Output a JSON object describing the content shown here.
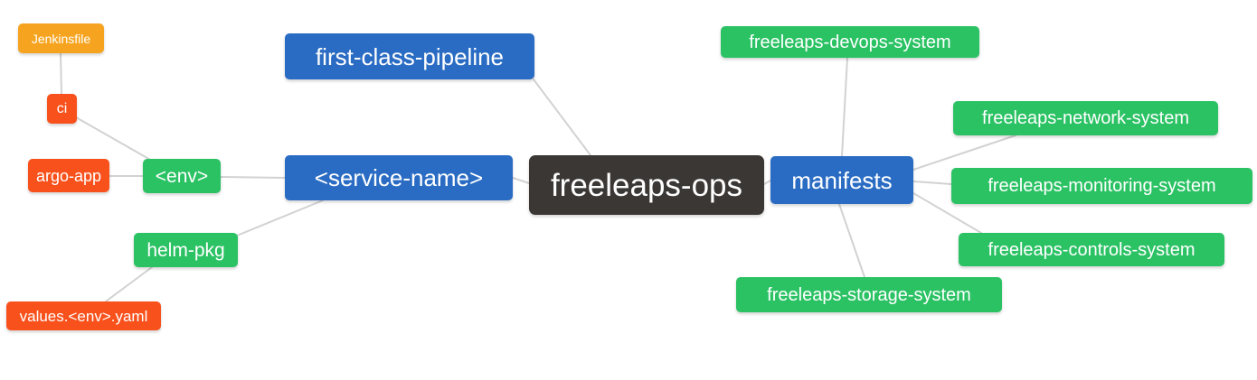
{
  "diagram": {
    "type": "mindmap",
    "background": "#ffffff",
    "edge_color": "#d2d2d2",
    "colors": {
      "root_node": "#3b3735",
      "primary_node": "#2a6cc3",
      "secondary_node": "#2bc264",
      "leaf_node_red": "#f8511c",
      "leaf_node_orange": "#f6a41f",
      "text": "#ffffff"
    },
    "nodes": {
      "root": {
        "label": "freeleaps-ops",
        "color": "dark"
      },
      "first_class_pipeline": {
        "label": "first-class-pipeline",
        "color": "blue"
      },
      "service_name": {
        "label": "<service-name>",
        "color": "blue"
      },
      "manifests": {
        "label": "manifests",
        "color": "blue"
      },
      "env": {
        "label": "<env>",
        "color": "green"
      },
      "helm_pkg": {
        "label": "helm-pkg",
        "color": "green"
      },
      "ci": {
        "label": "ci",
        "color": "red"
      },
      "argo_app": {
        "label": "argo-app",
        "color": "red"
      },
      "jenkinsfile": {
        "label": "Jenkinsfile",
        "color": "orange"
      },
      "values_env_yaml": {
        "label": "values.<env>.yaml",
        "color": "red"
      },
      "devops_system": {
        "label": "freeleaps-devops-system",
        "color": "green"
      },
      "network_system": {
        "label": "freeleaps-network-system",
        "color": "green"
      },
      "monitoring_system": {
        "label": "freeleaps-monitoring-system",
        "color": "green"
      },
      "controls_system": {
        "label": "freeleaps-controls-system",
        "color": "green"
      },
      "storage_system": {
        "label": "freeleaps-storage-system",
        "color": "green"
      }
    },
    "edges": [
      [
        "jenkinsfile",
        "ci"
      ],
      [
        "ci",
        "env"
      ],
      [
        "argo_app",
        "env"
      ],
      [
        "env",
        "service_name"
      ],
      [
        "helm_pkg",
        "service_name"
      ],
      [
        "values_env_yaml",
        "helm_pkg"
      ],
      [
        "first_class_pipeline",
        "root"
      ],
      [
        "service_name",
        "root"
      ],
      [
        "root",
        "manifests"
      ],
      [
        "manifests",
        "devops_system"
      ],
      [
        "manifests",
        "network_system"
      ],
      [
        "manifests",
        "monitoring_system"
      ],
      [
        "manifests",
        "controls_system"
      ],
      [
        "manifests",
        "storage_system"
      ]
    ]
  }
}
